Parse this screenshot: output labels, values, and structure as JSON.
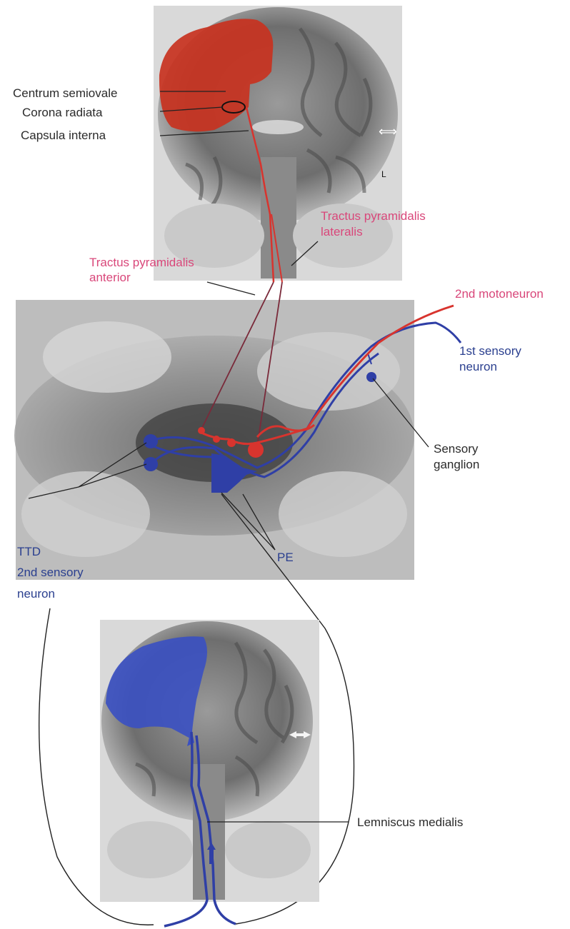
{
  "labels": {
    "centrum_semiovale": "Centrum semiovale",
    "corona_radiata": "Corona radiata",
    "capsula_interna": "Capsula interna",
    "tractus_pyramidalis_lateralis": [
      "Tractus pyramidalis",
      "lateralis"
    ],
    "tractus_pyramidalis_anterior": [
      "Tractus pyramidalis",
      "anterior"
    ],
    "second_motoneuron": "2nd motoneuron",
    "first_sensory_neuron": [
      "1st sensory",
      "neuron"
    ],
    "sensory_ganglion": [
      "Sensory",
      "ganglion"
    ],
    "ttd": "TTD",
    "second_sensory_neuron": [
      "2nd sensory",
      "neuron"
    ],
    "pe": "PE",
    "lemniscus_medialis": "Lemniscus medialis",
    "orientation_marker": "L",
    "orientation_arrow": "⟺"
  },
  "colors": {
    "motor_tract": "#d8342e",
    "motor_fill": "#c8321f",
    "sensory_tract": "#2f3fa6",
    "sensory_fill": "#3f56c4",
    "label_pink": "#d9477a",
    "label_blue": "#2a3f8f",
    "label_dark": "#2b2b2b"
  },
  "icons": {
    "orientation": "double-arrow-icon"
  }
}
